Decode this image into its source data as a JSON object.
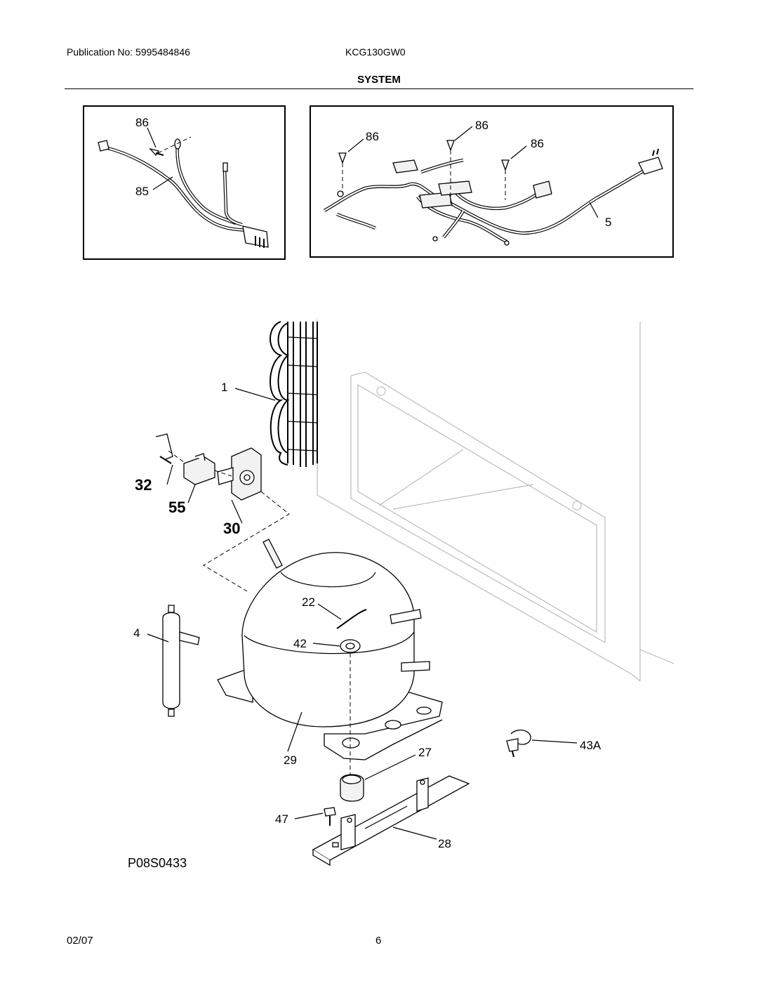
{
  "header": {
    "publication": "Publication No: 5995484846",
    "model": "KCG130GW0",
    "section": "SYSTEM"
  },
  "callouts": {
    "c86a": "86",
    "c85": "85",
    "c86b": "86",
    "c86c": "86",
    "c86d": "86",
    "c5": "5",
    "c1": "1",
    "c32": "32",
    "c55": "55",
    "c30": "30",
    "c4": "4",
    "c22": "22",
    "c42": "42",
    "c29": "29",
    "c27": "27",
    "c43a": "43A",
    "c47": "47",
    "c28": "28"
  },
  "diagram_code": "P08S0433",
  "footer": {
    "date": "02/07",
    "page": "6"
  }
}
